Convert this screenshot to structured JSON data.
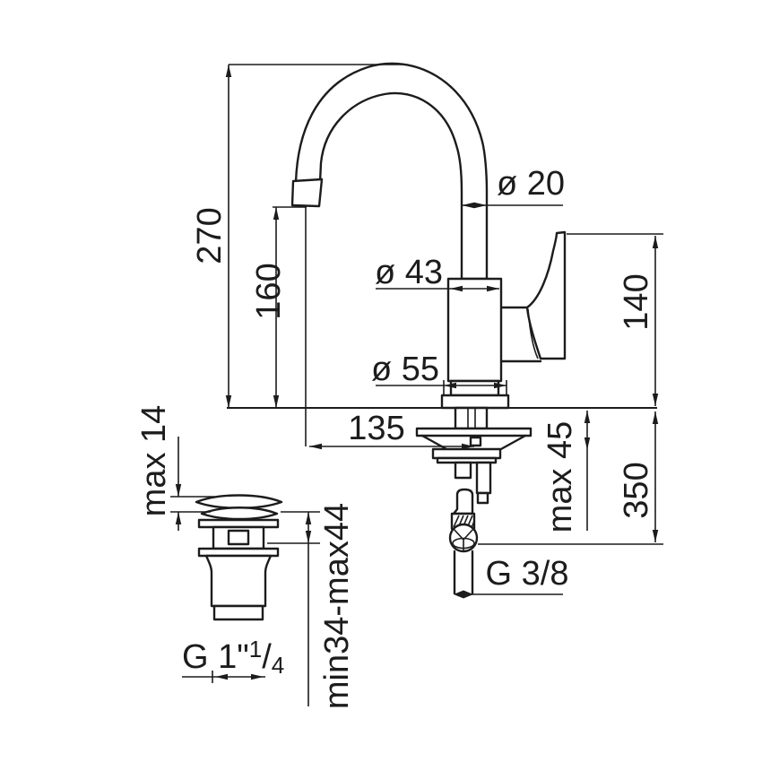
{
  "colors": {
    "line": "#1c1c1c",
    "background": "#ffffff"
  },
  "dimensions": {
    "overall_height": "270",
    "spout_outlet_height": "160",
    "spout_tube_diameter": "ø 20",
    "body_diameter": "ø 43",
    "base_diameter": "ø 55",
    "handle_height": "140",
    "spout_reach": "135",
    "max_deck_thickness": "max 45",
    "hose_drop": "350",
    "hose_thread": "G 3/8",
    "waste_cap_height": "max 14",
    "waste_adjust_range": "min34-max44",
    "waste_thread_prefix": "G 1\"",
    "waste_thread_numerator": "1",
    "waste_thread_slash": "/",
    "waste_thread_denominator": "4"
  }
}
